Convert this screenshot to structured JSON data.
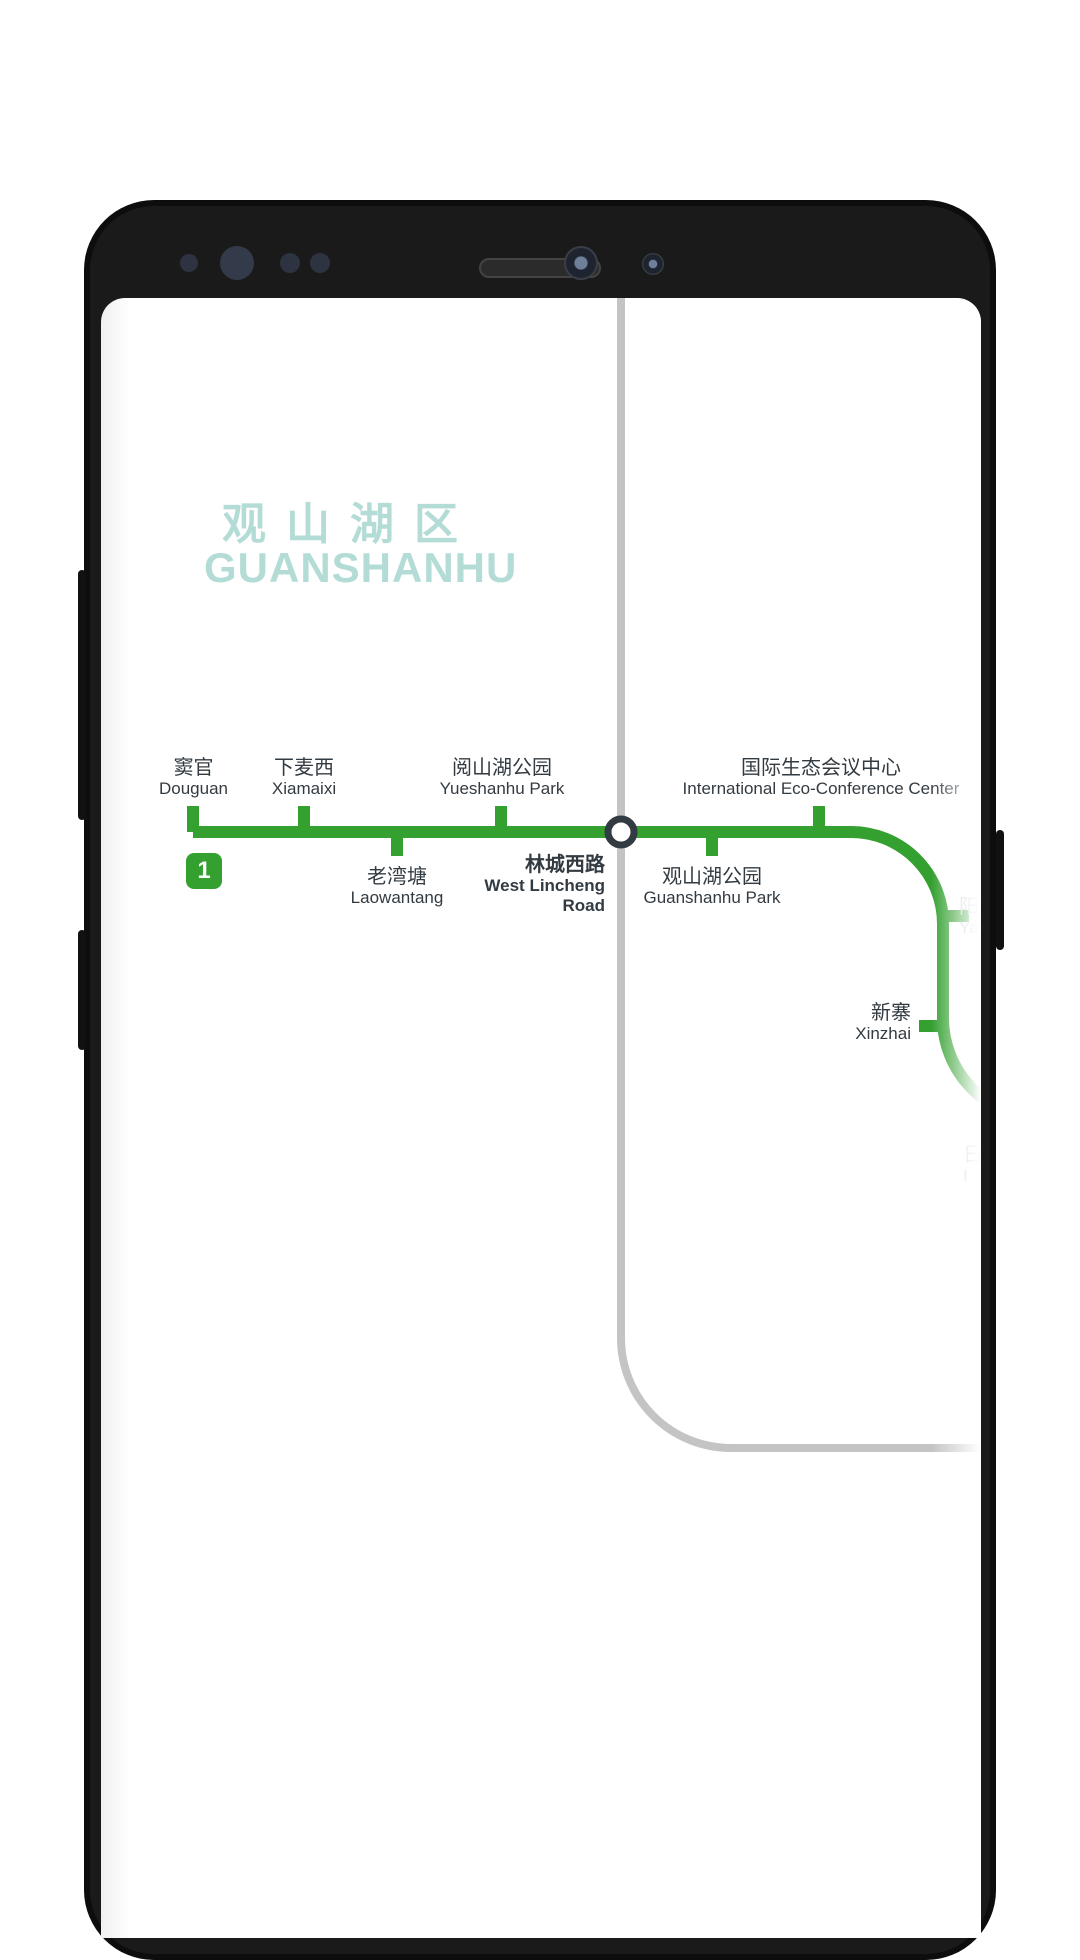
{
  "colors": {
    "line1": "#34a030",
    "gray_line": "#c4c4c4",
    "district_text": "#b4dcd6",
    "station_text": "#333b42",
    "interchange": "#333b42"
  },
  "map": {
    "district": {
      "name_zh": "观山湖区",
      "name_en": "GUANSHANHU"
    },
    "line_badge": "1",
    "stations": [
      {
        "zh": "窦官",
        "en": "Douguan"
      },
      {
        "zh": "下麦西",
        "en": "Xiamaixi"
      },
      {
        "zh": "老湾塘",
        "en": "Laowantang"
      },
      {
        "zh": "阅山湖公园",
        "en": "Yueshanhu Park"
      },
      {
        "zh": "林城西路",
        "en_1": "West Lincheng",
        "en_2": "Road",
        "interchange": true
      },
      {
        "zh": "观山湖公园",
        "en": "Guanshanhu Park"
      },
      {
        "zh": "国际生态会议中心",
        "en": "International Eco-Conference Center"
      },
      {
        "zh": "新寨",
        "en": "Xinzhai"
      },
      {
        "zh": "阳",
        "en": "Ya"
      },
      {
        "zh": "日",
        "en": "I"
      }
    ]
  }
}
